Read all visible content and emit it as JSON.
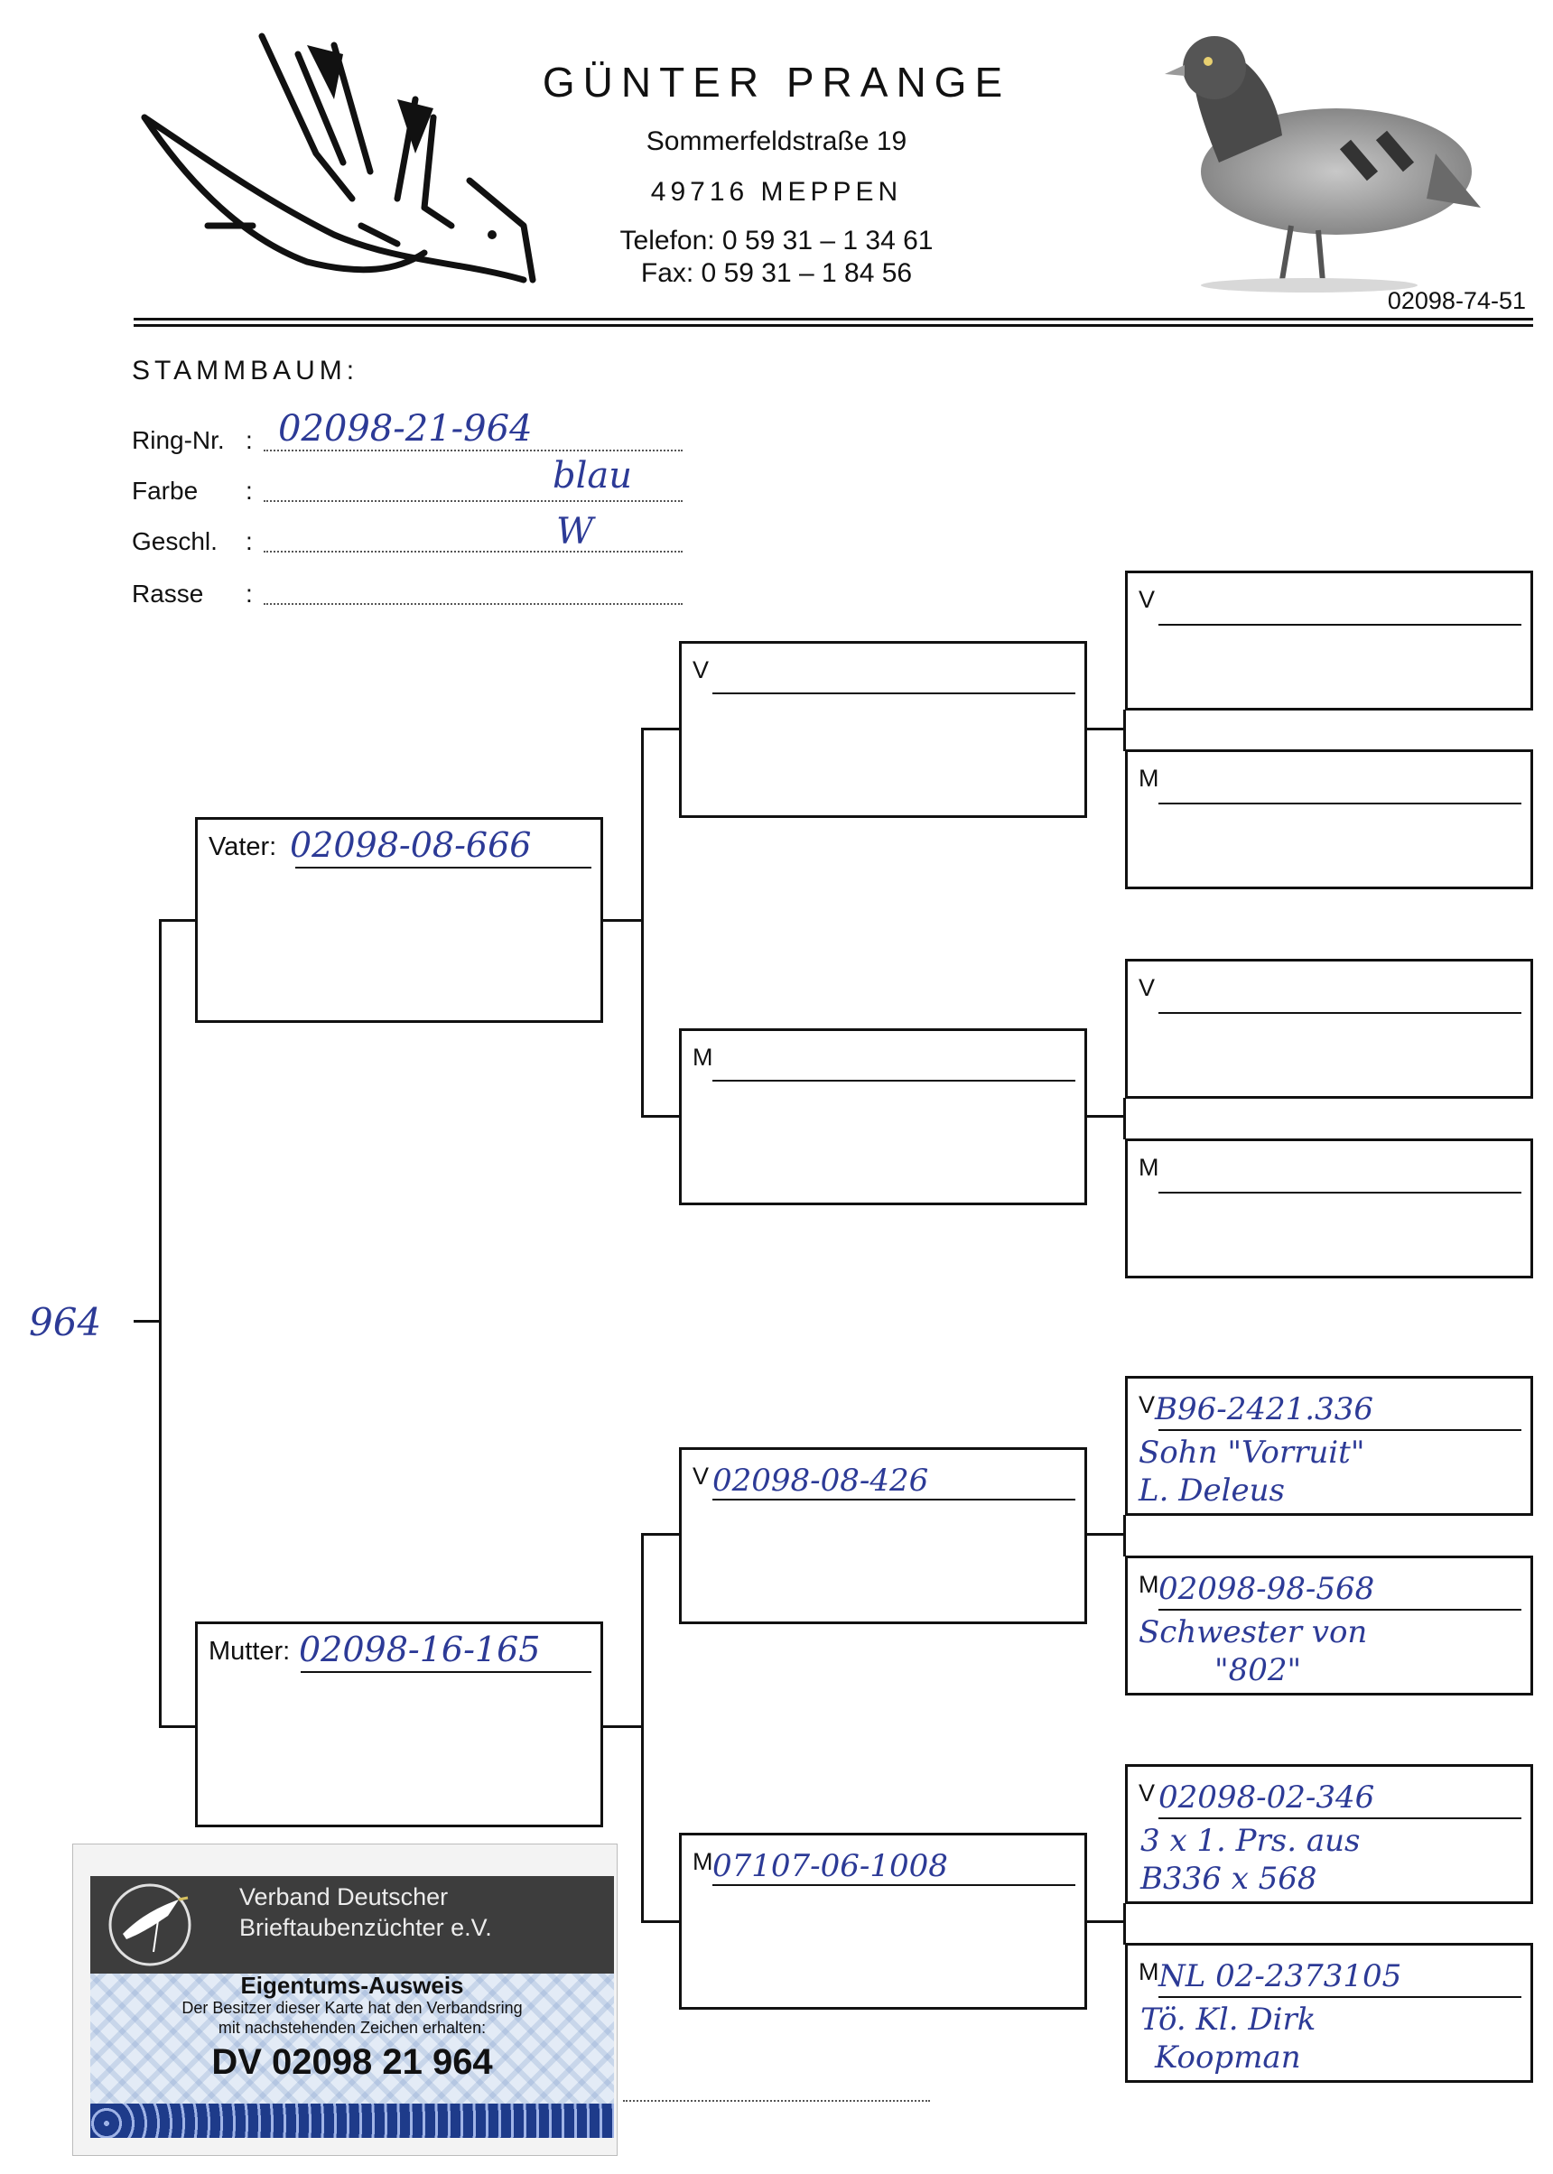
{
  "header": {
    "name": "GÜNTER PRANGE",
    "street": "Sommerfeldstraße 19",
    "city": "49716 MEPPEN",
    "phone": "Telefon: 0 59 31 – 1 34 61",
    "fax": "Fax: 0 59 31 – 1 84 56",
    "code": "02098-74-51",
    "logo_icon": "flying-pigeon-sketch-icon",
    "photo_icon": "pigeon-photo-icon"
  },
  "form": {
    "title": "STAMMBAUM:",
    "fields": [
      {
        "label": "Ring-Nr.",
        "value": "02098-21-964"
      },
      {
        "label": "Farbe",
        "value": "blau"
      },
      {
        "label": "Geschl.",
        "value": "W"
      },
      {
        "label": "Rasse",
        "value": ""
      }
    ],
    "colon": ":"
  },
  "pedigree": {
    "subject": "964",
    "vater": {
      "label": "Vater:",
      "ring": "02098-08-666"
    },
    "mutter": {
      "label": "Mutter:",
      "ring": "02098-16-165"
    },
    "vater_vater": {
      "label": "V",
      "ring": ""
    },
    "vater_mutter": {
      "label": "M",
      "ring": ""
    },
    "mutter_vater": {
      "label": "V",
      "ring": "02098-08-426"
    },
    "mutter_mutter": {
      "label": "M",
      "ring": "07107-06-1008"
    },
    "vv_v": {
      "label": "V",
      "ring": "",
      "notes": [
        "",
        ""
      ]
    },
    "vv_m": {
      "label": "M",
      "ring": "",
      "notes": [
        "",
        ""
      ]
    },
    "vm_v": {
      "label": "V",
      "ring": "",
      "notes": [
        "",
        ""
      ]
    },
    "vm_m": {
      "label": "M",
      "ring": "",
      "notes": [
        "",
        ""
      ]
    },
    "mv_v": {
      "label": "V",
      "ring": "B96-2421.336",
      "notes": [
        "Sohn \"Vorruit\"",
        "L. Deleus"
      ]
    },
    "mv_m": {
      "label": "M",
      "ring": "02098-98-568",
      "notes": [
        "Schwester von",
        "\"802\""
      ]
    },
    "mm_v": {
      "label": "V",
      "ring": "02098-02-346",
      "notes": [
        "3 x 1. Prs. aus",
        "B336 x 568"
      ]
    },
    "mm_m": {
      "label": "M",
      "ring": "NL 02-2373105",
      "notes": [
        "Tö. Kl. Dirk",
        "Koopman"
      ]
    }
  },
  "card": {
    "org_line1": "Verband Deutscher",
    "org_line2": "Brieftaubenzüchter e.V.",
    "title": "Eigentums-Ausweis",
    "text_line1": "Der Besitzer dieser Karte hat den Verbandsring",
    "text_line2": "mit nachstehenden Zeichen erhalten:",
    "reg_number": "DV 02098 21 964",
    "logo_icon": "stork-logo-icon"
  }
}
